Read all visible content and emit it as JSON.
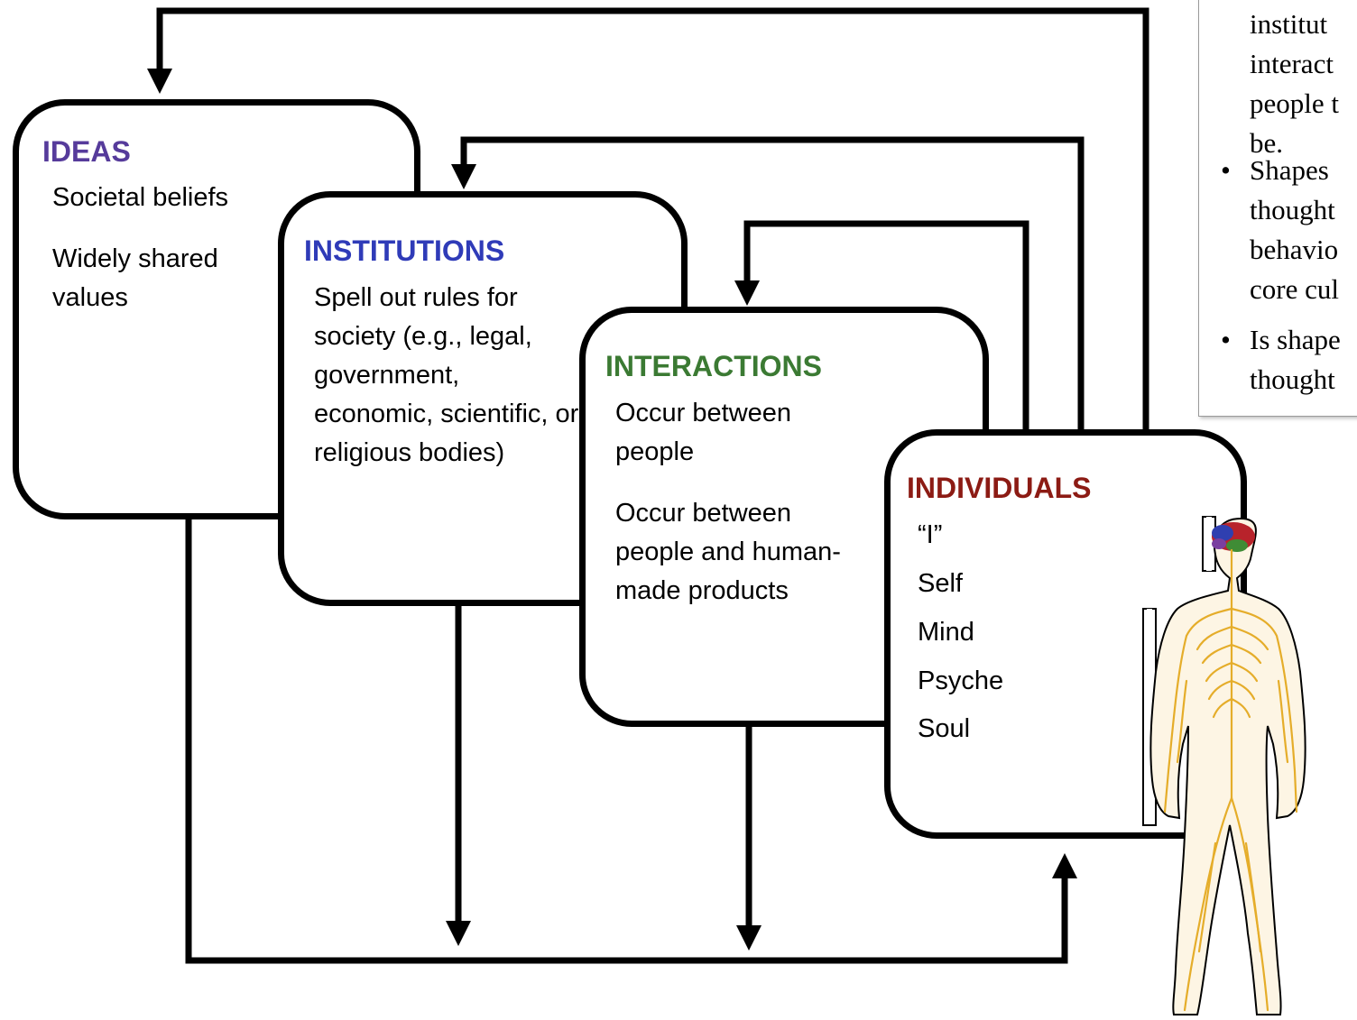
{
  "colors": {
    "ideas": "#563b9b",
    "institutions": "#2f3bb8",
    "interactions": "#3b7a33",
    "individuals": "#8c1b14",
    "nerves": "#e5ad2a",
    "skin": "#fdf5e4"
  },
  "boxes": {
    "ideas": {
      "title": "IDEAS",
      "lines": [
        "Societal beliefs",
        "Widely shared values"
      ]
    },
    "institutions": {
      "title": "INSTITUTIONS",
      "lines": [
        "Spell out rules for society (e.g., legal, government, economic, scientific, or religious bodies)"
      ]
    },
    "interactions": {
      "title": "INTERACTIONS",
      "lines": [
        "Occur between people",
        "Occur between people and human-made products"
      ]
    },
    "individuals": {
      "title": "INDIVIDUALS",
      "lines": [
        "“I”",
        "Self",
        "Mind",
        "Psyche",
        "Soul"
      ]
    }
  },
  "side_note": {
    "paragraphs": [
      "institut\ninteract\npeople t\nbe.",
      "Shapes\nthought\nbehavio\ncore cul",
      "Is shape\nthought"
    ]
  },
  "figure": {
    "icon": "human-nervous-system-illustration"
  }
}
